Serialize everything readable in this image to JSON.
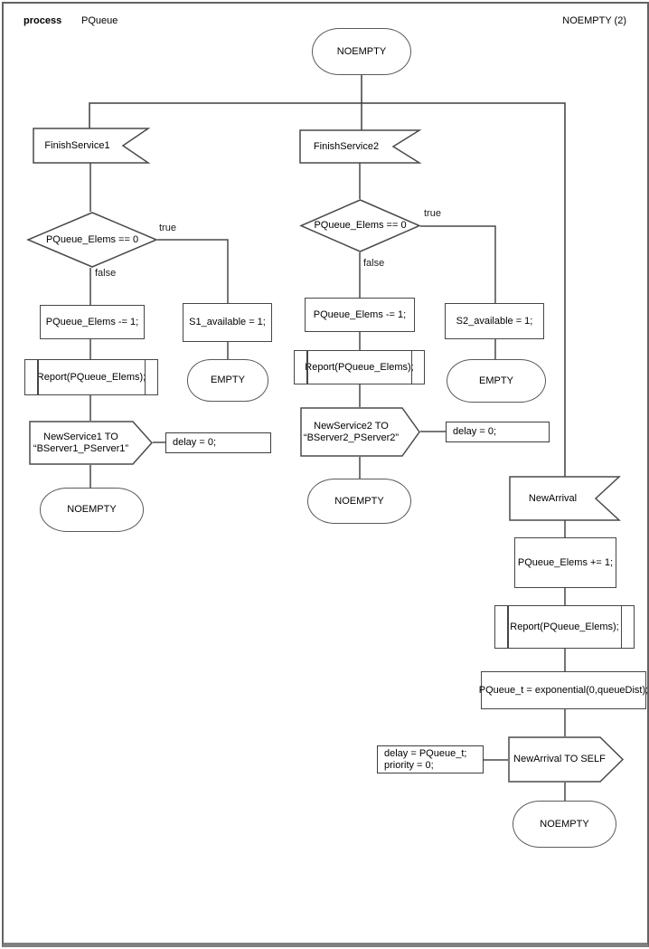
{
  "header": {
    "kind_label": "process",
    "process_name": "PQueue",
    "page_label": "NOEMPTY (2)"
  },
  "branch_labels": {
    "true_label": "true",
    "false_label": "false"
  },
  "start": {
    "state": "NOEMPTY"
  },
  "left": {
    "receive": "FinishService1",
    "decision": "PQueue_Elems == 0",
    "assign": "PQueue_Elems -= 1;",
    "report": "Report(PQueue_Elems);",
    "send_line1": "NewService1 TO",
    "send_line2": "“BServer1_PServer1”",
    "send_attr": "delay = 0;",
    "end_state": "NOEMPTY",
    "true_assign": "S1_available = 1;",
    "true_state": "EMPTY"
  },
  "middle": {
    "receive": "FinishService2",
    "decision": "PQueue_Elems == 0",
    "assign": "PQueue_Elems -= 1;",
    "report": "Report(PQueue_Elems);",
    "send_line1": "NewService2 TO",
    "send_line2": "“BServer2_PServer2”",
    "send_attr": "delay = 0;",
    "end_state": "NOEMPTY",
    "true_assign": "S2_available = 1;",
    "true_state": "EMPTY"
  },
  "right": {
    "receive": "NewArrival",
    "assign_inc": "PQueue_Elems += 1;",
    "report": "Report(PQueue_Elems);",
    "assign_t": "PQueue_t = exponential(0,queueDist);",
    "send": "NewArrival TO SELF",
    "send_attr_line1": "delay = PQueue_t;",
    "send_attr_line2": "priority = 0;",
    "end_state": "NOEMPTY"
  }
}
